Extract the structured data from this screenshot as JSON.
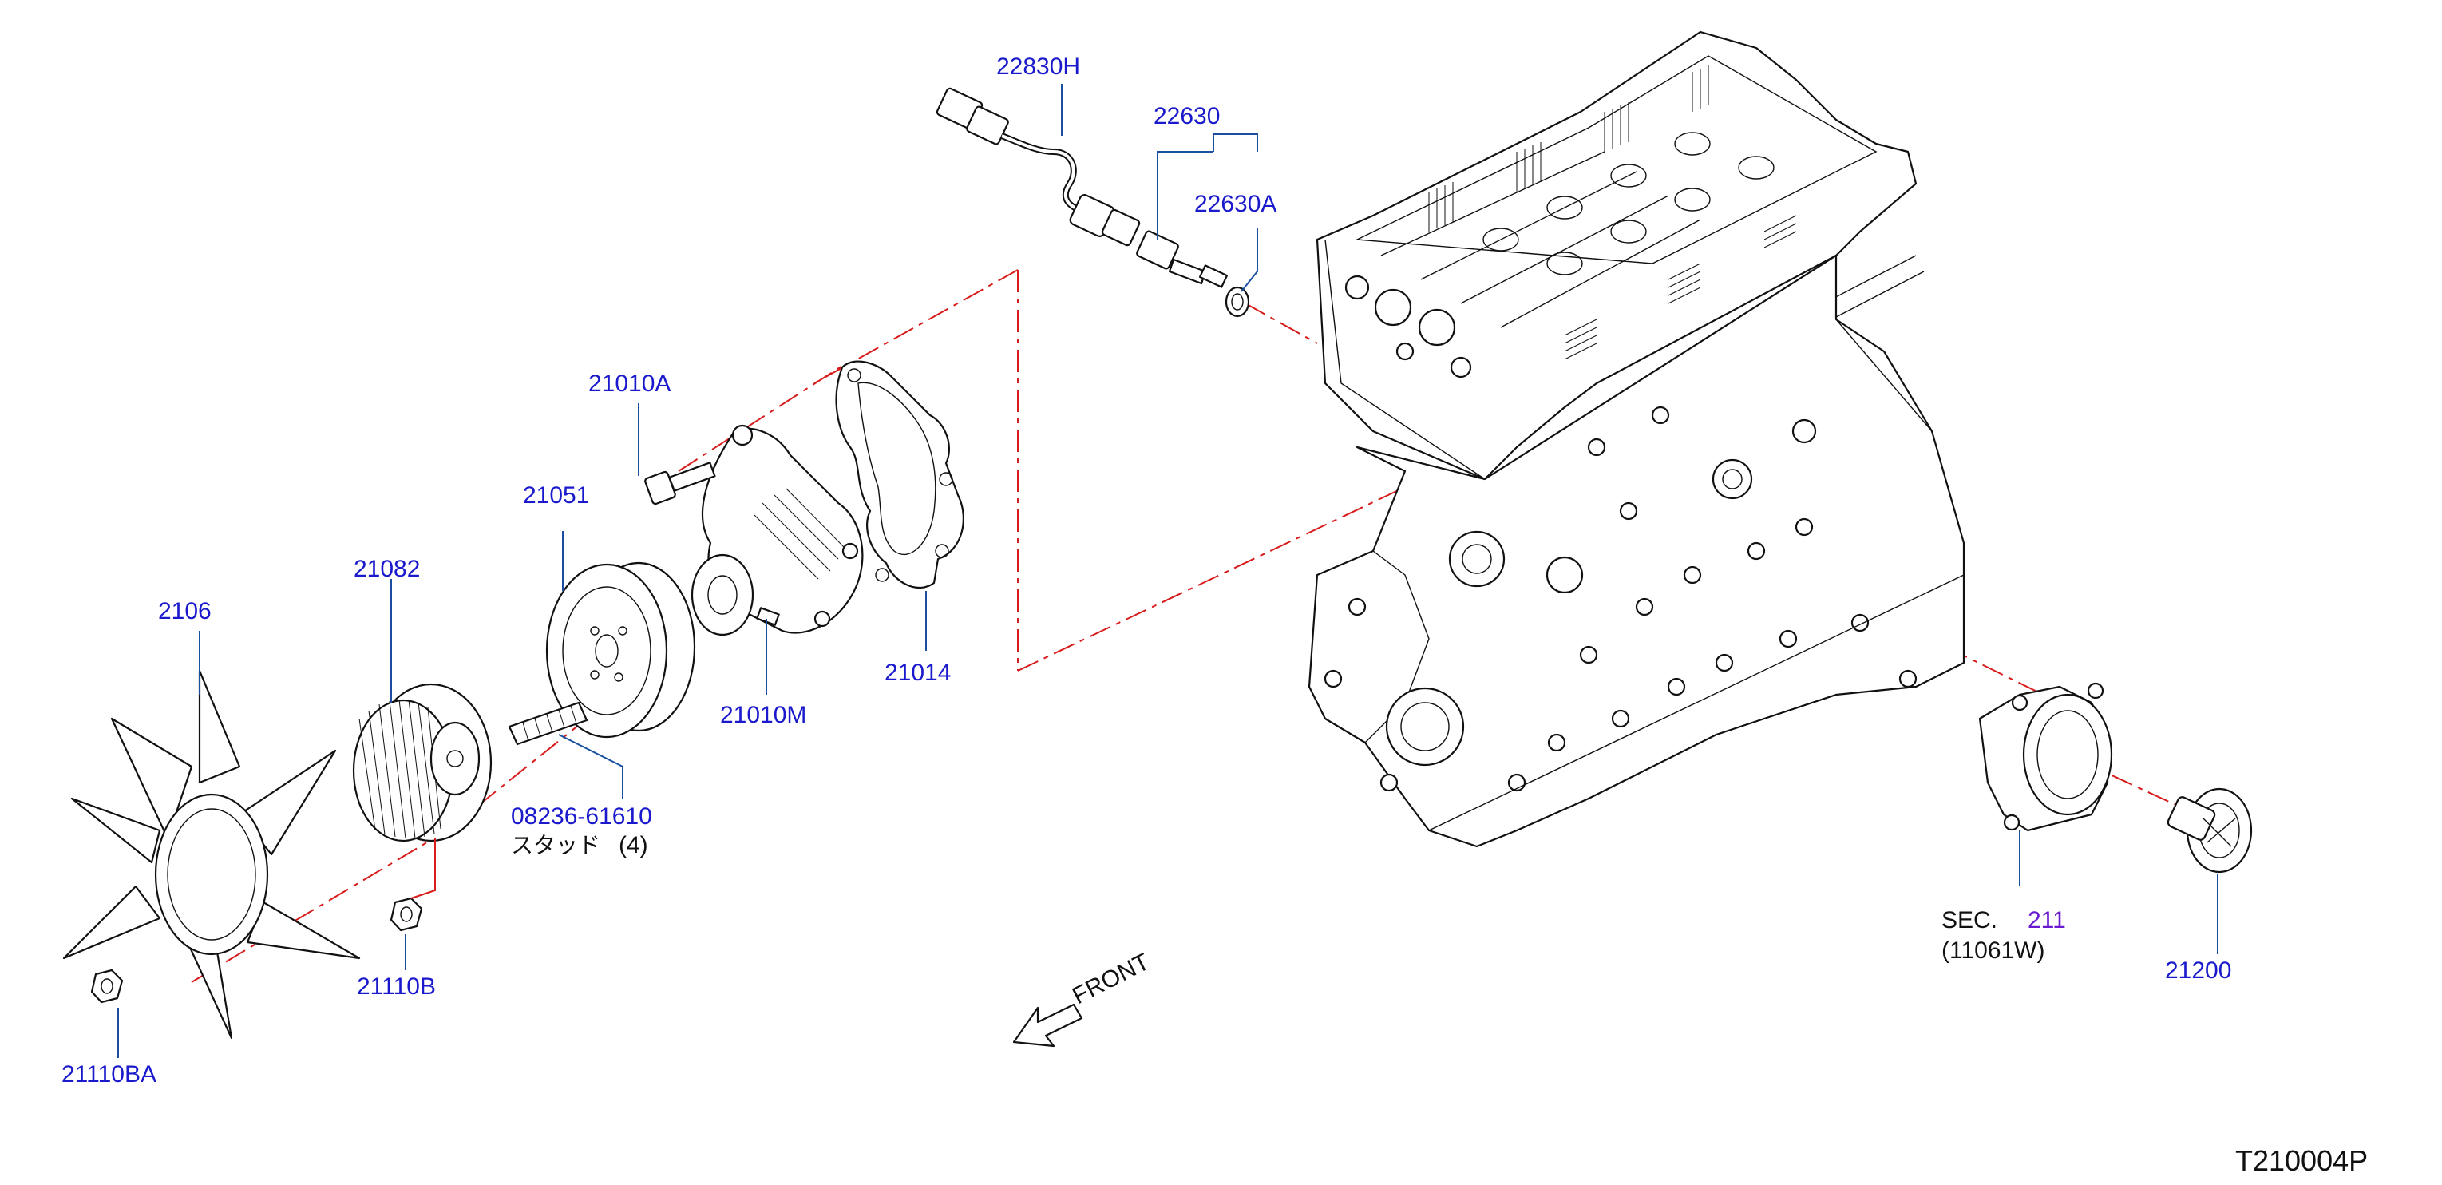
{
  "parts": {
    "p22830H": "22830H",
    "p22630": "22630",
    "p22630A": "22630A",
    "p21010A": "21010A",
    "p21051": "21051",
    "p21082": "21082",
    "p2106": "2106",
    "p21014": "21014",
    "p21010M": "21010M",
    "p08236_61610": "08236-61610",
    "p21110B": "21110B",
    "p21110BA": "21110BA",
    "p21200": "21200"
  },
  "stud_note": "スタッド",
  "stud_qty": "(4)",
  "section": {
    "prefix": "SEC.",
    "number": "211",
    "ref": "(11061W)"
  },
  "front_label": "FRONT",
  "diagram_id": "T210004P",
  "colors": {
    "part_number": "#1a1acc",
    "section_link": "#6a1ad0",
    "centerline": "#d81b1b",
    "leader": "#1a4fa0",
    "line": "#111111"
  }
}
